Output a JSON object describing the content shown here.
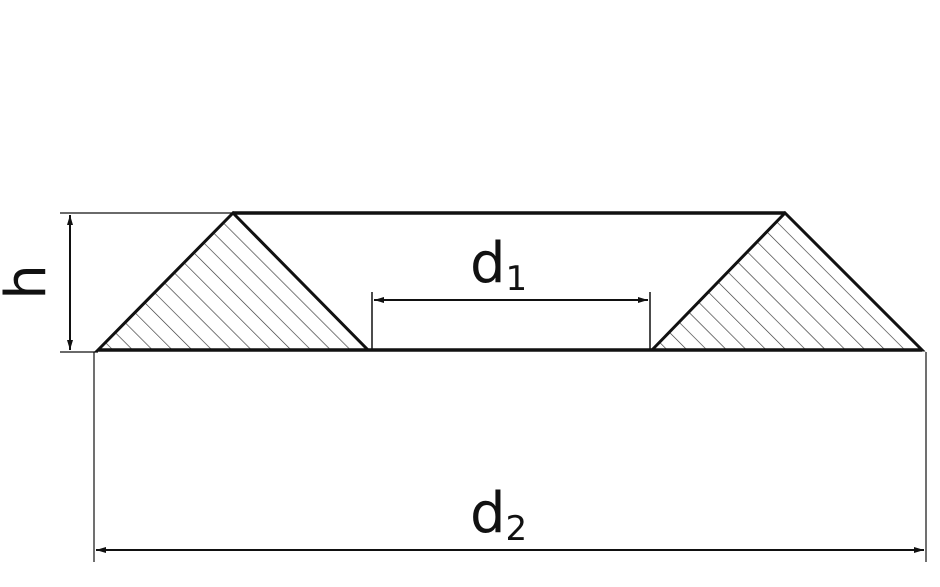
{
  "labels": {
    "height": "h",
    "inner_diameter": {
      "base": "d",
      "subscript": "1"
    },
    "outer_diameter": {
      "base": "d",
      "subscript": "2"
    }
  },
  "colors": {
    "line": "#111111",
    "hatch": "#333333",
    "background": "#ffffff"
  }
}
